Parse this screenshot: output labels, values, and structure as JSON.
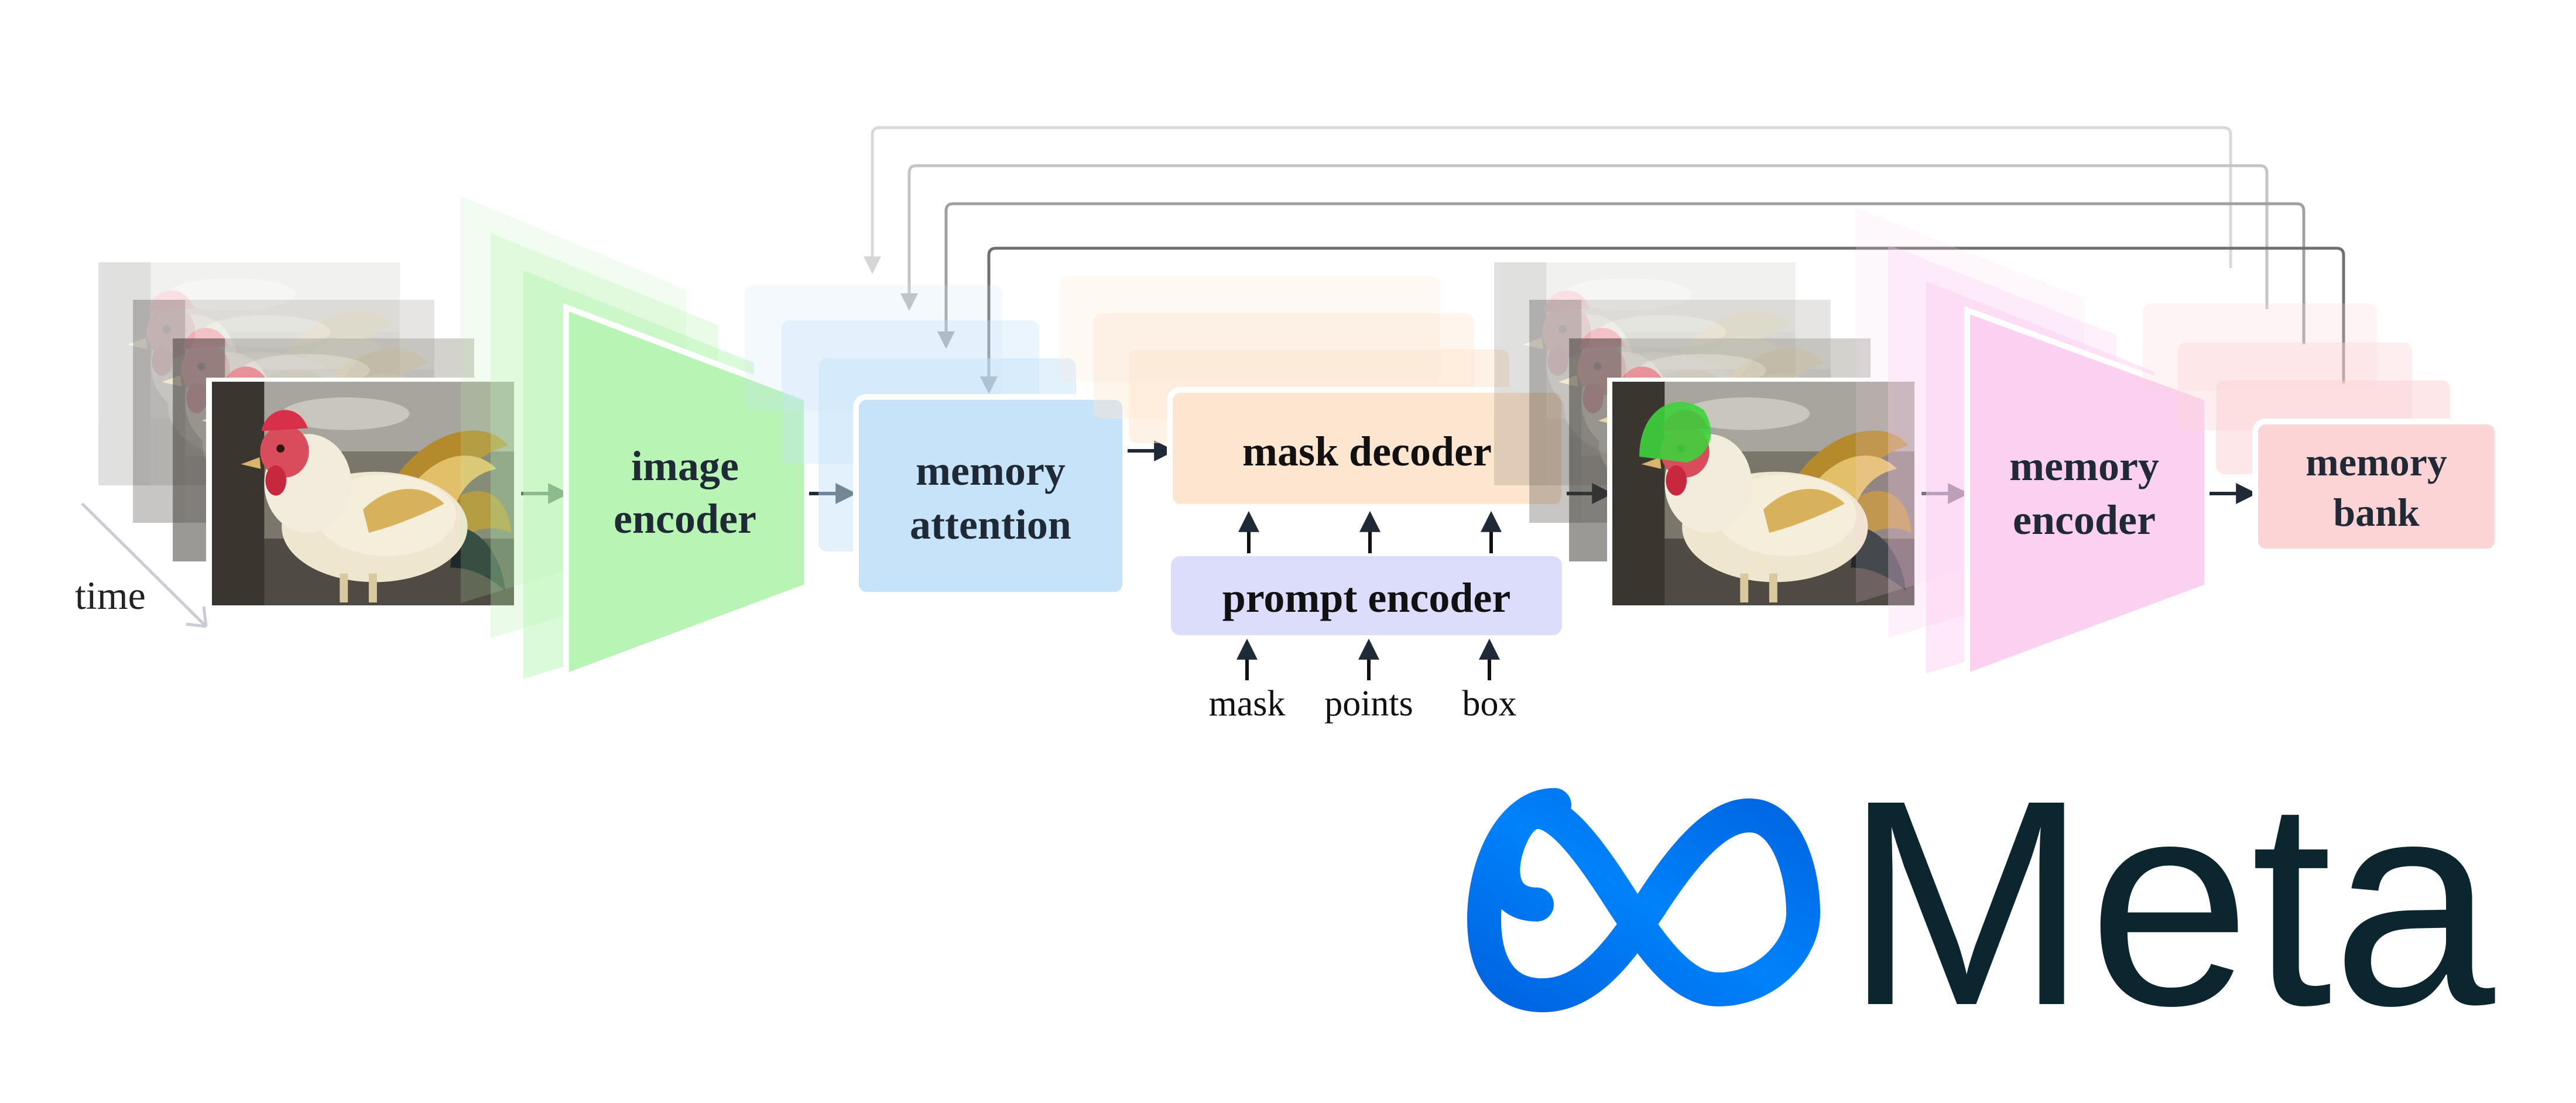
{
  "diagram": {
    "time_label": "time",
    "image_encoder": {
      "line1": "image",
      "line2": "encoder"
    },
    "memory_attention": {
      "line1": "memory",
      "line2": "attention"
    },
    "mask_decoder": "mask decoder",
    "prompt_encoder": "prompt encoder",
    "prompt_inputs": [
      "mask",
      "points",
      "box"
    ],
    "memory_encoder": {
      "line1": "memory",
      "line2": "encoder"
    },
    "memory_bank": {
      "line1": "memory",
      "line2": "bank"
    }
  },
  "logo": {
    "wordmark": "Meta"
  },
  "colors": {
    "image_encoder": "#b8f5b4",
    "memory_attention": "#c6e3f9",
    "mask_decoder": "#fde6cf",
    "prompt_encoder": "#dcdcfb",
    "memory_encoder": "#fbd0f1",
    "memory_bank": "#fdd4d6",
    "meta_blue": "#0668e1",
    "meta_text": "#0c2630"
  }
}
